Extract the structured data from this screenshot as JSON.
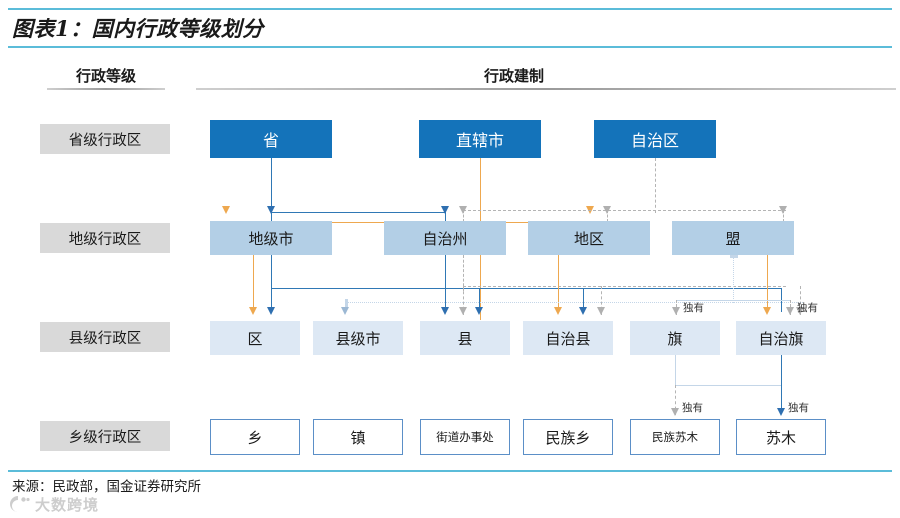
{
  "title": "图表1：国内行政等级划分",
  "headers": {
    "left": "行政等级",
    "right": "行政建制"
  },
  "levels": [
    {
      "label": "省级行政区"
    },
    {
      "label": "地级行政区"
    },
    {
      "label": "县级行政区"
    },
    {
      "label": "乡级行政区"
    }
  ],
  "rows": {
    "level1": [
      {
        "label": "省"
      },
      {
        "label": "直辖市"
      },
      {
        "label": "自治区"
      }
    ],
    "level2": [
      {
        "label": "地级市"
      },
      {
        "label": "自治州"
      },
      {
        "label": "地区"
      },
      {
        "label": "盟"
      }
    ],
    "level3": [
      {
        "label": "区"
      },
      {
        "label": "县级市"
      },
      {
        "label": "县"
      },
      {
        "label": "自治县"
      },
      {
        "label": "旗"
      },
      {
        "label": "自治旗"
      }
    ],
    "level4": [
      {
        "label": "乡"
      },
      {
        "label": "镇"
      },
      {
        "label": "街道办事处"
      },
      {
        "label": "民族乡"
      },
      {
        "label": "民族苏木"
      },
      {
        "label": "苏木"
      }
    ]
  },
  "annotations": {
    "exclusive_qi": "独有",
    "exclusive_zizhiqi": "独有",
    "exclusive_minzusumu": "独有",
    "exclusive_sumu": "独有"
  },
  "footer": {
    "source": "来源：民政部，国金证券研究所",
    "watermark": "大数跨境"
  },
  "colors": {
    "accent_rule": "#5bbcd9",
    "level1_box": "#1473ba",
    "level2_box": "#b3cfe6",
    "level3_box": "#dde8f4",
    "level4_border": "#5b8fc7",
    "line_blue": "#2f78b5",
    "line_orange": "#eea84f",
    "line_gray": "#b4b4b4",
    "level_label_bg": "#d9d9d9"
  }
}
